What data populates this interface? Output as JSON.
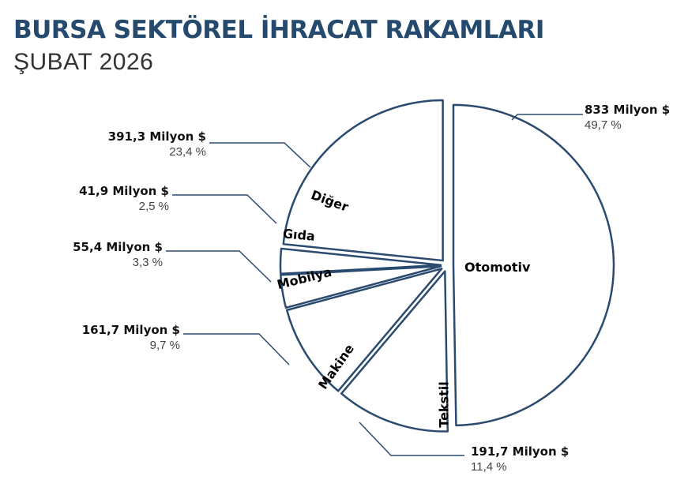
{
  "chart_data": {
    "type": "pie",
    "title": "BURSA SEKTÖREL İHRACAT RAKAMLARI",
    "subtitle": "ŞUBAT 2026",
    "unit": "Milyon $",
    "slices": [
      {
        "name": "Otomotiv",
        "value": 833,
        "value_label": "833 Milyon $",
        "percent": 49.7,
        "percent_label": "49,7 %"
      },
      {
        "name": "Tekstil",
        "value": 191.7,
        "value_label": "191,7 Milyon $",
        "percent": 11.4,
        "percent_label": "11,4 %"
      },
      {
        "name": "Makine",
        "value": 161.7,
        "value_label": "161,7 Milyon $",
        "percent": 9.7,
        "percent_label": "9,7 %"
      },
      {
        "name": "Mobilya",
        "value": 55.4,
        "value_label": "55,4 Milyon $",
        "percent": 3.3,
        "percent_label": "3,3 %"
      },
      {
        "name": "Gıda",
        "value": 41.9,
        "value_label": "41,9 Milyon $",
        "percent": 2.5,
        "percent_label": "2,5 %"
      },
      {
        "name": "Diğer",
        "value": 391.3,
        "value_label": "391,3 Milyon $",
        "percent": 23.4,
        "percent_label": "23,4 %"
      }
    ],
    "colors": {
      "stroke": "#2b4a6f",
      "fill": "#ffffff",
      "title": "#264a6e"
    }
  }
}
